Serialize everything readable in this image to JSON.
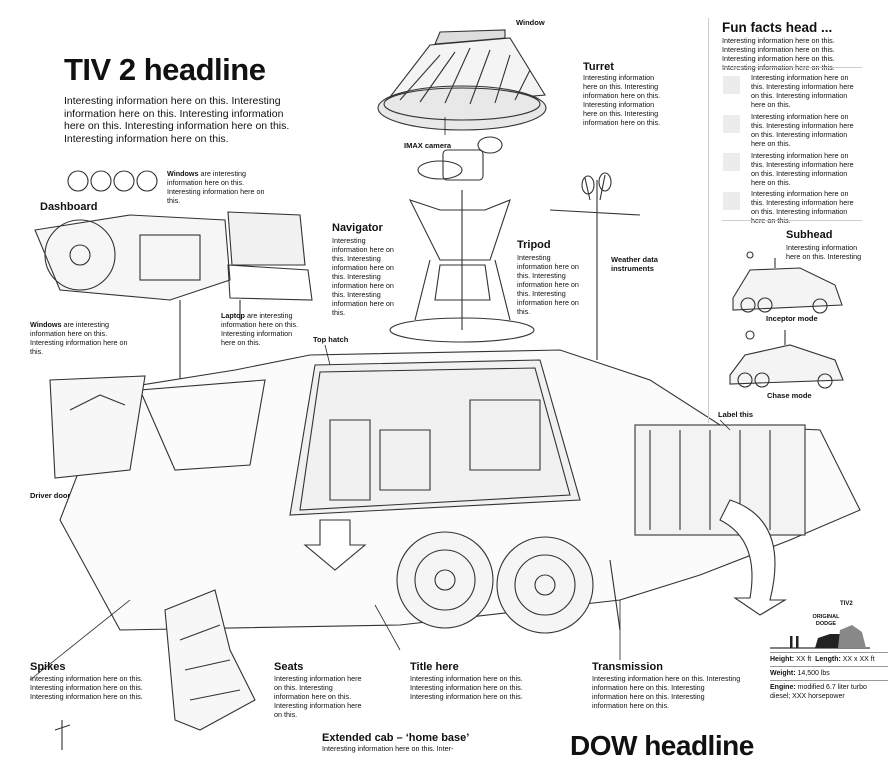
{
  "headline": "TIV 2 headline",
  "intro": "Interesting information here on this. Interesting information here on this. Interesting information here on this. Interesting information here on this. Interesting information here on this.",
  "labels": {
    "window": "Window",
    "imax": "IMAX camera",
    "turret_title": "Turret",
    "turret_body": "Interesting information here on this. Interesting information here on this. Interesting information here on this. Interesting information here on this.",
    "dashboard": "Dashboard",
    "windows_top_bold": "Windows",
    "windows_top_rest": " are interesting information here on this. Interesting information here on this.",
    "navigator_title": "Navigator",
    "navigator_body": "Interesting information here on this. Interesting information here on this. Interesting information here on this. Interesting information here on this.",
    "tripod_title": "Tripod",
    "tripod_body": "Interesting information here on this. Interesting information here on this. Interesting information here on this.",
    "weather": "Weather data instruments",
    "windows_left_bold": "Windows",
    "windows_left_rest": " are interesting information here on this. Interesting information here on this.",
    "laptop_bold": "Laptop",
    "laptop_rest": " are interesting information here on this. Interesting information here on this.",
    "top_hatch": "Top hatch",
    "driver_door": "Driver door",
    "label_this": "Label this",
    "spikes_title": "Spikes",
    "spikes_body": "Interesting information here on this. Interesting information here on this. Interesting information here on this.",
    "seats_title": "Seats",
    "seats_body": "Interesting information here on this. Interesting information here on this. Interesting information here on this.",
    "title_here": "Title here",
    "title_here_body": "Interesting information here on this. Interesting information here on this. Interesting information here on this.",
    "transmission_title": "Transmission",
    "transmission_body": "Interesting information here on this. Interesting information here on this. Interesting information here on this. Interesting information here on this.",
    "extended_cab": "Extended cab – ‘home base’",
    "extended_cab_body": "Interesting information here on this. Inter-",
    "dow_headline": "DOW headline"
  },
  "fun_facts": {
    "head": "Fun facts head ...",
    "intro": "Interesting information here on this. Interesting information here on this. Interesting information here on this. Interesting information here on this.",
    "items": [
      "Interesting information here on this. Interesting information here on this. Interesting information here on this.",
      "Interesting information here on this. Interesting information here on this. Interesting information here on this.",
      "Interesting information here on this. Interesting information here on this. Interesting information here on this.",
      "Interesting information here on this. Interesting information here on this. Interesting information here on this."
    ],
    "subhead": "Subhead",
    "subhead_body": "Interesting information here on this. Interesting",
    "inceptor": "Inceptor mode",
    "chase": "Chase mode"
  },
  "compare": {
    "original": "ORIGINAL DODGE",
    "tiv2": "TIV2"
  },
  "stats": {
    "height_label": "Height:",
    "height_val": "XX ft",
    "length_label": "Length:",
    "length_val": "XX x XX ft",
    "weight_label": "Weight:",
    "weight_val": "14,500 lbs",
    "engine_label": "Engine:",
    "engine_val": "modified 6.7 liter turbo diesel; XXX horsepower"
  }
}
